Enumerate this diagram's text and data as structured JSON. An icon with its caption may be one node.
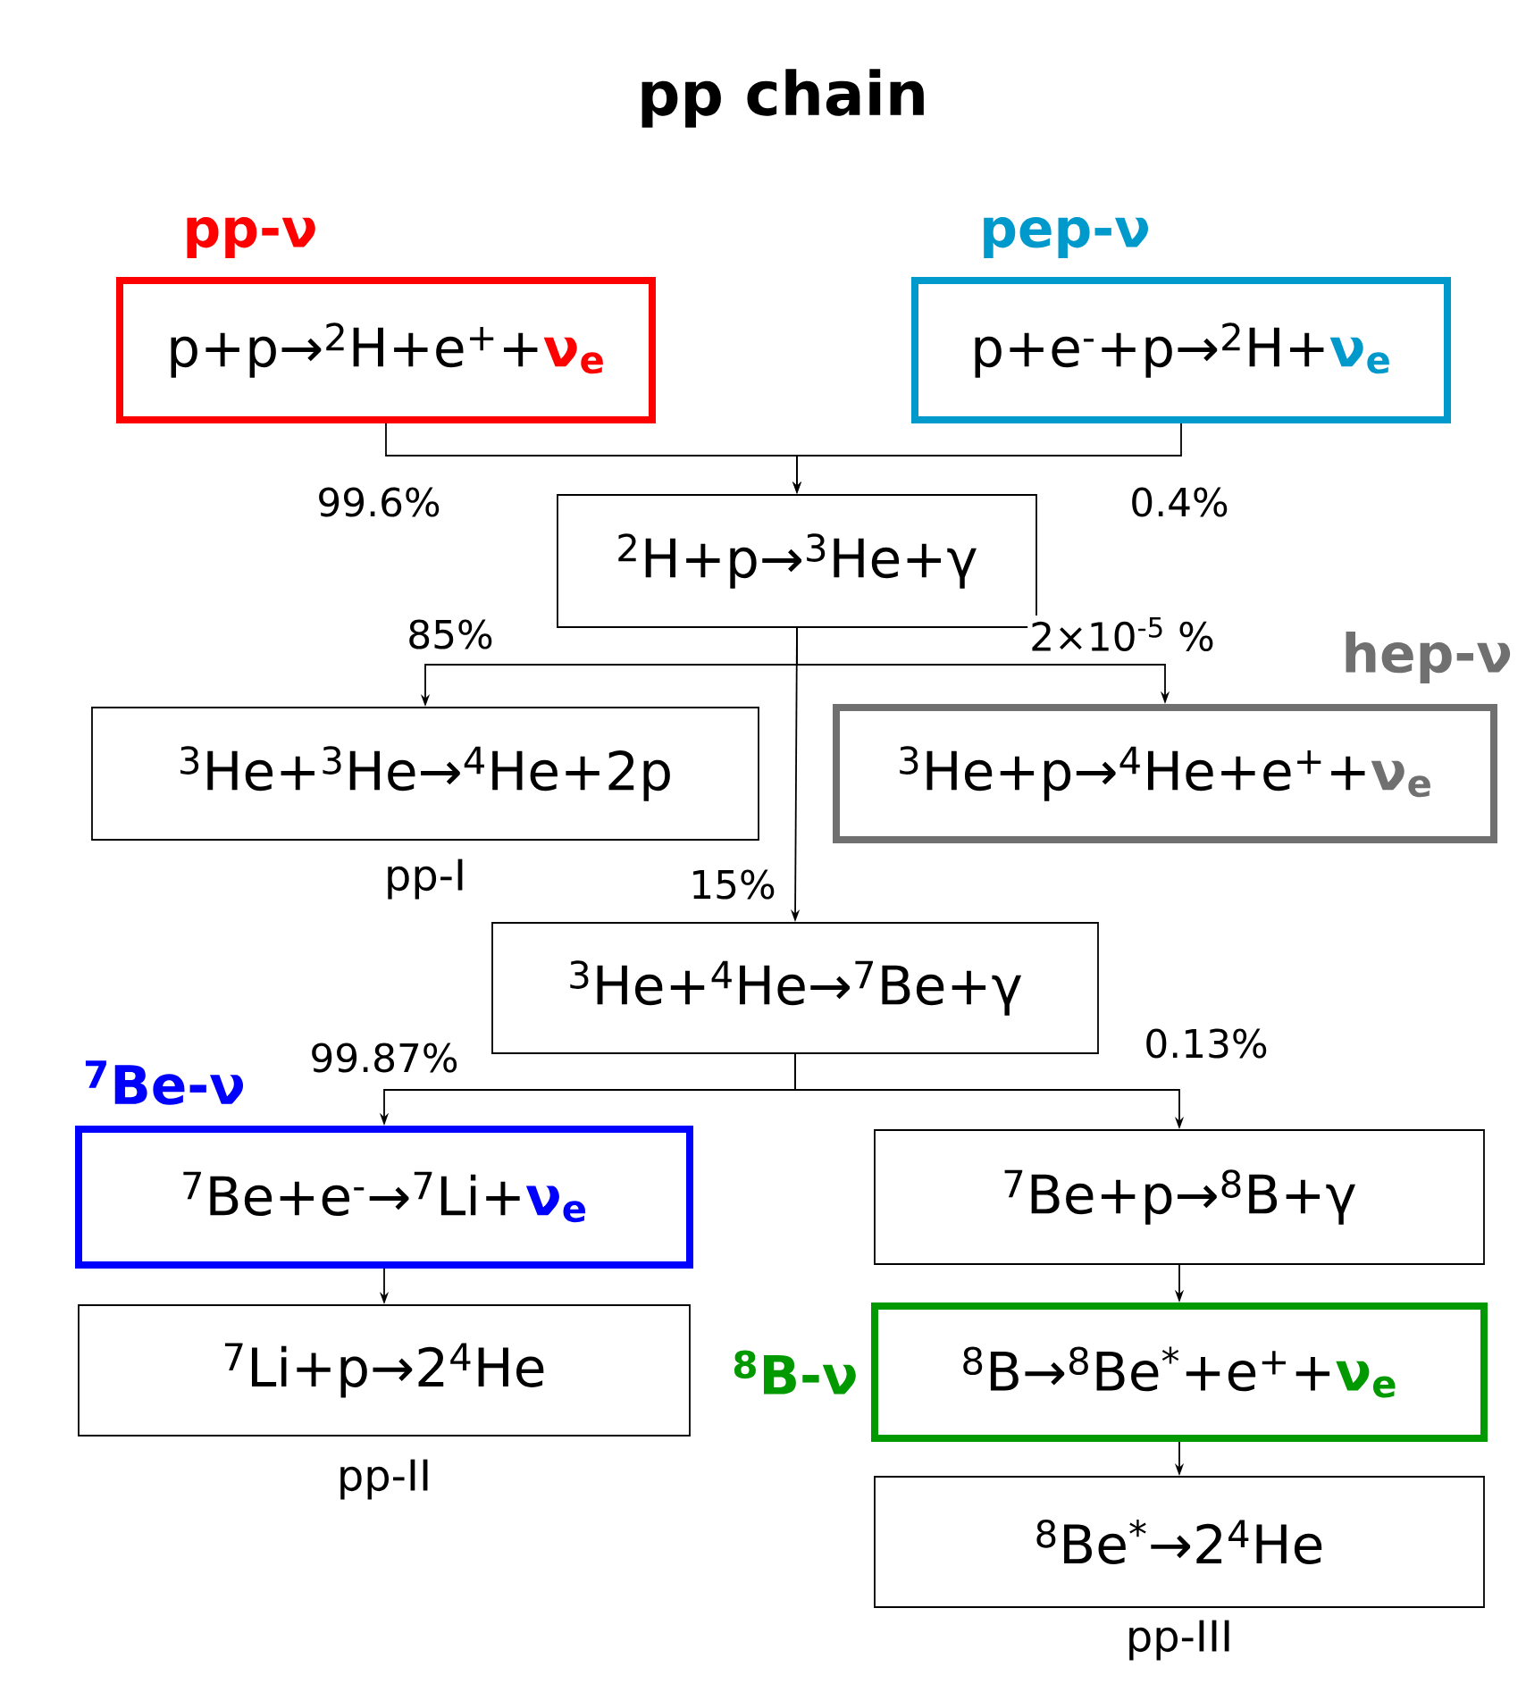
{
  "diagram": {
    "title": "pp chain",
    "nodes": [
      {
        "text": [
          "pp-ν",
          "p+p→$^{2}$H+e$^{+}$+**ν$_{e}$**"
        ]
      },
      {
        "text": [
          "pep-ν",
          "p+e$^{-}$+p→$^{2}$H+**ν$_{e}$**"
        ]
      },
      {
        "text": [
          "$^{2}$H+p→$^{3}$He+γ"
        ]
      },
      {
        "text": [
          "$^{3}$He+$^{3}$He→$^{4}$He+2p"
        ],
        "beside": [
          "pp-I"
        ]
      },
      {
        "text": [
          "hep-ν",
          "$^{3}$He+p→$^{4}$He+e$^{+}$+**ν$_{e}$**"
        ]
      },
      {
        "text": [
          "$^{3}$He+$^{4}$He→$^{7}$Be+γ"
        ]
      },
      {
        "text": [
          "$^{7}$Be-ν",
          "$^{7}$Be+e$^{-}$→$^{7}$Li+**ν$_{e}$**"
        ]
      },
      {
        "text": [
          "$^{7}$Be+p→$^{8}$B+γ"
        ]
      },
      {
        "text": [
          "$^{7}$Li+p→2$^{4}$He"
        ],
        "beside": [
          "pp-II"
        ]
      },
      {
        "text": [
          "$^{8}$B-ν",
          "$^{8}$B→$^{8}$Be$^{*}$+e$^{+}$+**ν$_{e}$**"
        ]
      },
      {
        "text": [
          "$^{8}$Be$^{*}$→2$^{4}$He"
        ],
        "beside": [
          "pp-III"
        ]
      }
    ],
    "edges": [
      {
        "from": 0,
        "to": 2,
        "arrow": "to",
        "label": "99.6%"
      },
      {
        "from": 1,
        "to": 2,
        "arrow": "to",
        "label": "0.4%"
      },
      {
        "from": 2,
        "to": 3,
        "arrow": "to",
        "label": "85%"
      },
      {
        "from": 2,
        "to": 4,
        "arrow": "to",
        "label": "2×10$^{-5}$ %"
      },
      {
        "from": 2,
        "to": 5,
        "arrow": "to",
        "label": "15%"
      },
      {
        "from": 5,
        "to": 6,
        "arrow": "to",
        "label": "99.87%"
      },
      {
        "from": 5,
        "to": 7,
        "arrow": "to",
        "label": "0.13%"
      },
      {
        "from": 6,
        "to": 8,
        "arrow": "to"
      },
      {
        "from": 7,
        "to": 9,
        "arrow": "to"
      },
      {
        "from": 9,
        "to": 10,
        "arrow": "to"
      }
    ]
  }
}
